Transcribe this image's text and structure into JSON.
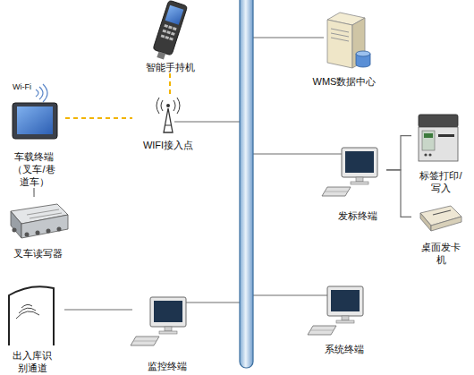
{
  "diagram": {
    "nodes": [
      {
        "text": [
          "智能手持机"
        ]
      },
      {
        "text": [
          "WMS数据中心"
        ]
      },
      {
        "text": [
          "车载终端 （叉车/巷 道车）"
        ]
      },
      {
        "text": [
          "WIFI接入点"
        ]
      },
      {
        "text": [
          "标签打印/ 写入"
        ]
      },
      {
        "text": [
          "发标终端"
        ]
      },
      {
        "text": [
          "桌面发卡 机"
        ]
      },
      {
        "text": [
          "叉车读写器"
        ]
      },
      {
        "text": [
          "系统终端"
        ]
      },
      {
        "text": [
          "出入库识 别通道"
        ]
      },
      {
        "text": [
          "监控终端"
        ]
      }
    ],
    "edges": [
      {
        "from": 0,
        "to": 3,
        "arrow": "none"
      },
      {
        "from": 2,
        "to": 3,
        "arrow": "none"
      },
      {
        "from": 2,
        "to": 7,
        "arrow": "none"
      },
      {
        "from": 5,
        "to": 4,
        "arrow": "none"
      },
      {
        "from": 5,
        "to": 6,
        "arrow": "none"
      },
      {
        "from": 9,
        "to": 10,
        "arrow": "none"
      }
    ],
    "labels": [
      "Wi-Fi"
    ]
  }
}
